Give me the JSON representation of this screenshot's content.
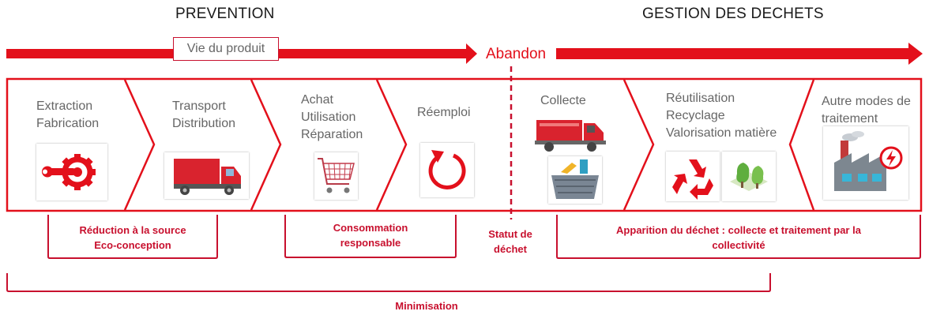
{
  "headers": {
    "prevention": "PREVENTION",
    "gestion": "GESTION DES DECHETS"
  },
  "arrow": {
    "vie_du_produit": "Vie du produit",
    "abandon": "Abandon"
  },
  "stages": [
    {
      "label": "Extraction\nFabrication",
      "icon": "wrench-gear-icon"
    },
    {
      "label": "Transport\nDistribution",
      "icon": "truck-icon"
    },
    {
      "label": "Achat\nUtilisation\nRéparation",
      "icon": "shopping-cart-icon"
    },
    {
      "label": "Réemploi",
      "icon": "reuse-arrow-icon"
    },
    {
      "label": "Collecte",
      "icon": "garbage-truck-icon"
    },
    {
      "label": "Réutilisation\nRecyclage\nValorisation matière",
      "icon": "recycle-icon"
    },
    {
      "label": "Autre modes de\ntraitement",
      "icon": "factory-icon"
    }
  ],
  "brackets": {
    "reduction": "Réduction à la source\nEco-conception",
    "consommation": "Consommation\nresponsable",
    "statut": "Statut de\ndéchet",
    "apparition": "Apparition du déchet : collecte et traitement par la\ncollectivité",
    "minimisation": "Minimisation"
  },
  "colors": {
    "accent": "#e3101b",
    "dark_red": "#c8102e",
    "text_gray": "#666666"
  }
}
